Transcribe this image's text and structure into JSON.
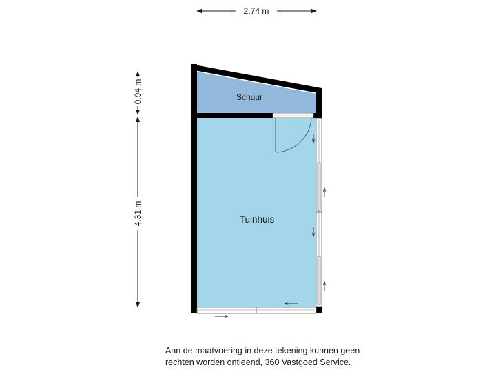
{
  "colors": {
    "tuinhuis_fill": "#a3d6ea",
    "schuur_fill": "#92b9dc",
    "wall": "#000000",
    "dimension_line": "#1a1a1a"
  },
  "dimensions": {
    "width_label": "2.74 m",
    "upper_height_label": "0.94 m",
    "lower_height_label": "4.31 m"
  },
  "rooms": {
    "schuur": "Schuur",
    "tuinhuis": "Tuinhuis"
  },
  "disclaimer": {
    "line1": "Aan de maatvoering in deze tekening kunnen geen",
    "line2": "rechten worden ontleend, 360 Vastgoed Service."
  }
}
